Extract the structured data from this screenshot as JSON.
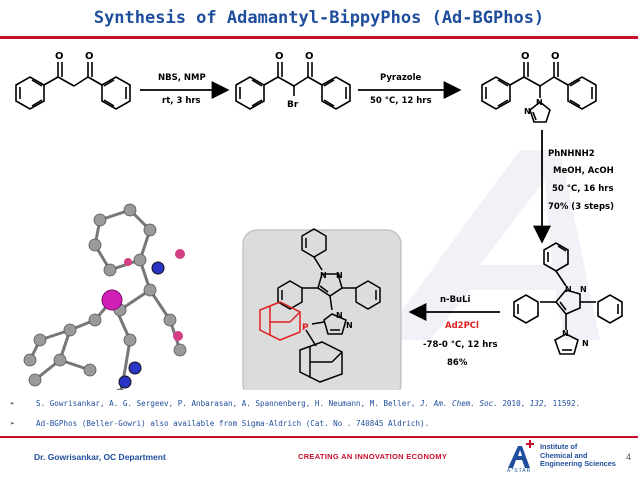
{
  "slide": {
    "title": "Synthesis of Adamantyl-BippyPhos (Ad-BGPhos)",
    "page_number": "4",
    "colors": {
      "title": "#1f4e9c",
      "rule": "#c8102e",
      "reagent_red": "#e02020",
      "watermark": "#dfe4ee"
    }
  },
  "scheme": {
    "step1": {
      "reagent": "NBS, NMP",
      "conditions": "rt, 3 hrs"
    },
    "step2": {
      "reagent": "Pyrazole",
      "conditions": "50 °C, 12 hrs"
    },
    "step3": {
      "line1": "PhNHNH2",
      "line2": "MeOH, AcOH",
      "line3": "50 °C, 16 hrs",
      "line4": "70% (3 steps)"
    },
    "step4": {
      "line1": "n-BuLi",
      "line2": "Ad2PCl",
      "line3": "-78-0 °C, 12 hrs",
      "line4": "86%"
    },
    "atoms": {
      "O": "O",
      "Br": "Br",
      "N": "N",
      "P": "P"
    }
  },
  "references": [
    {
      "authors": "S. Gowrisankar, A. G. Sergeev, P. Anbarasan, A. Spannenberg, H. Neumann, M. Beller,",
      "journal": "J. Am. Chem. Soc.",
      "year": "2010,",
      "volume": "132,",
      "pages": "11592."
    },
    {
      "text": "Ad-BGPhos (Beller-Gowri) also available from Sigma-Aldrich (Cat. No . 740845 Aldrich)."
    }
  ],
  "footer": {
    "author": "Dr. Gowrisankar, OC Department",
    "tagline": "CREATING AN INNOVATION ECONOMY",
    "institute_line1": "Institute of",
    "institute_line2": "Chemical and",
    "institute_line3": "Engineering Sciences",
    "agency": "A*STAR"
  }
}
